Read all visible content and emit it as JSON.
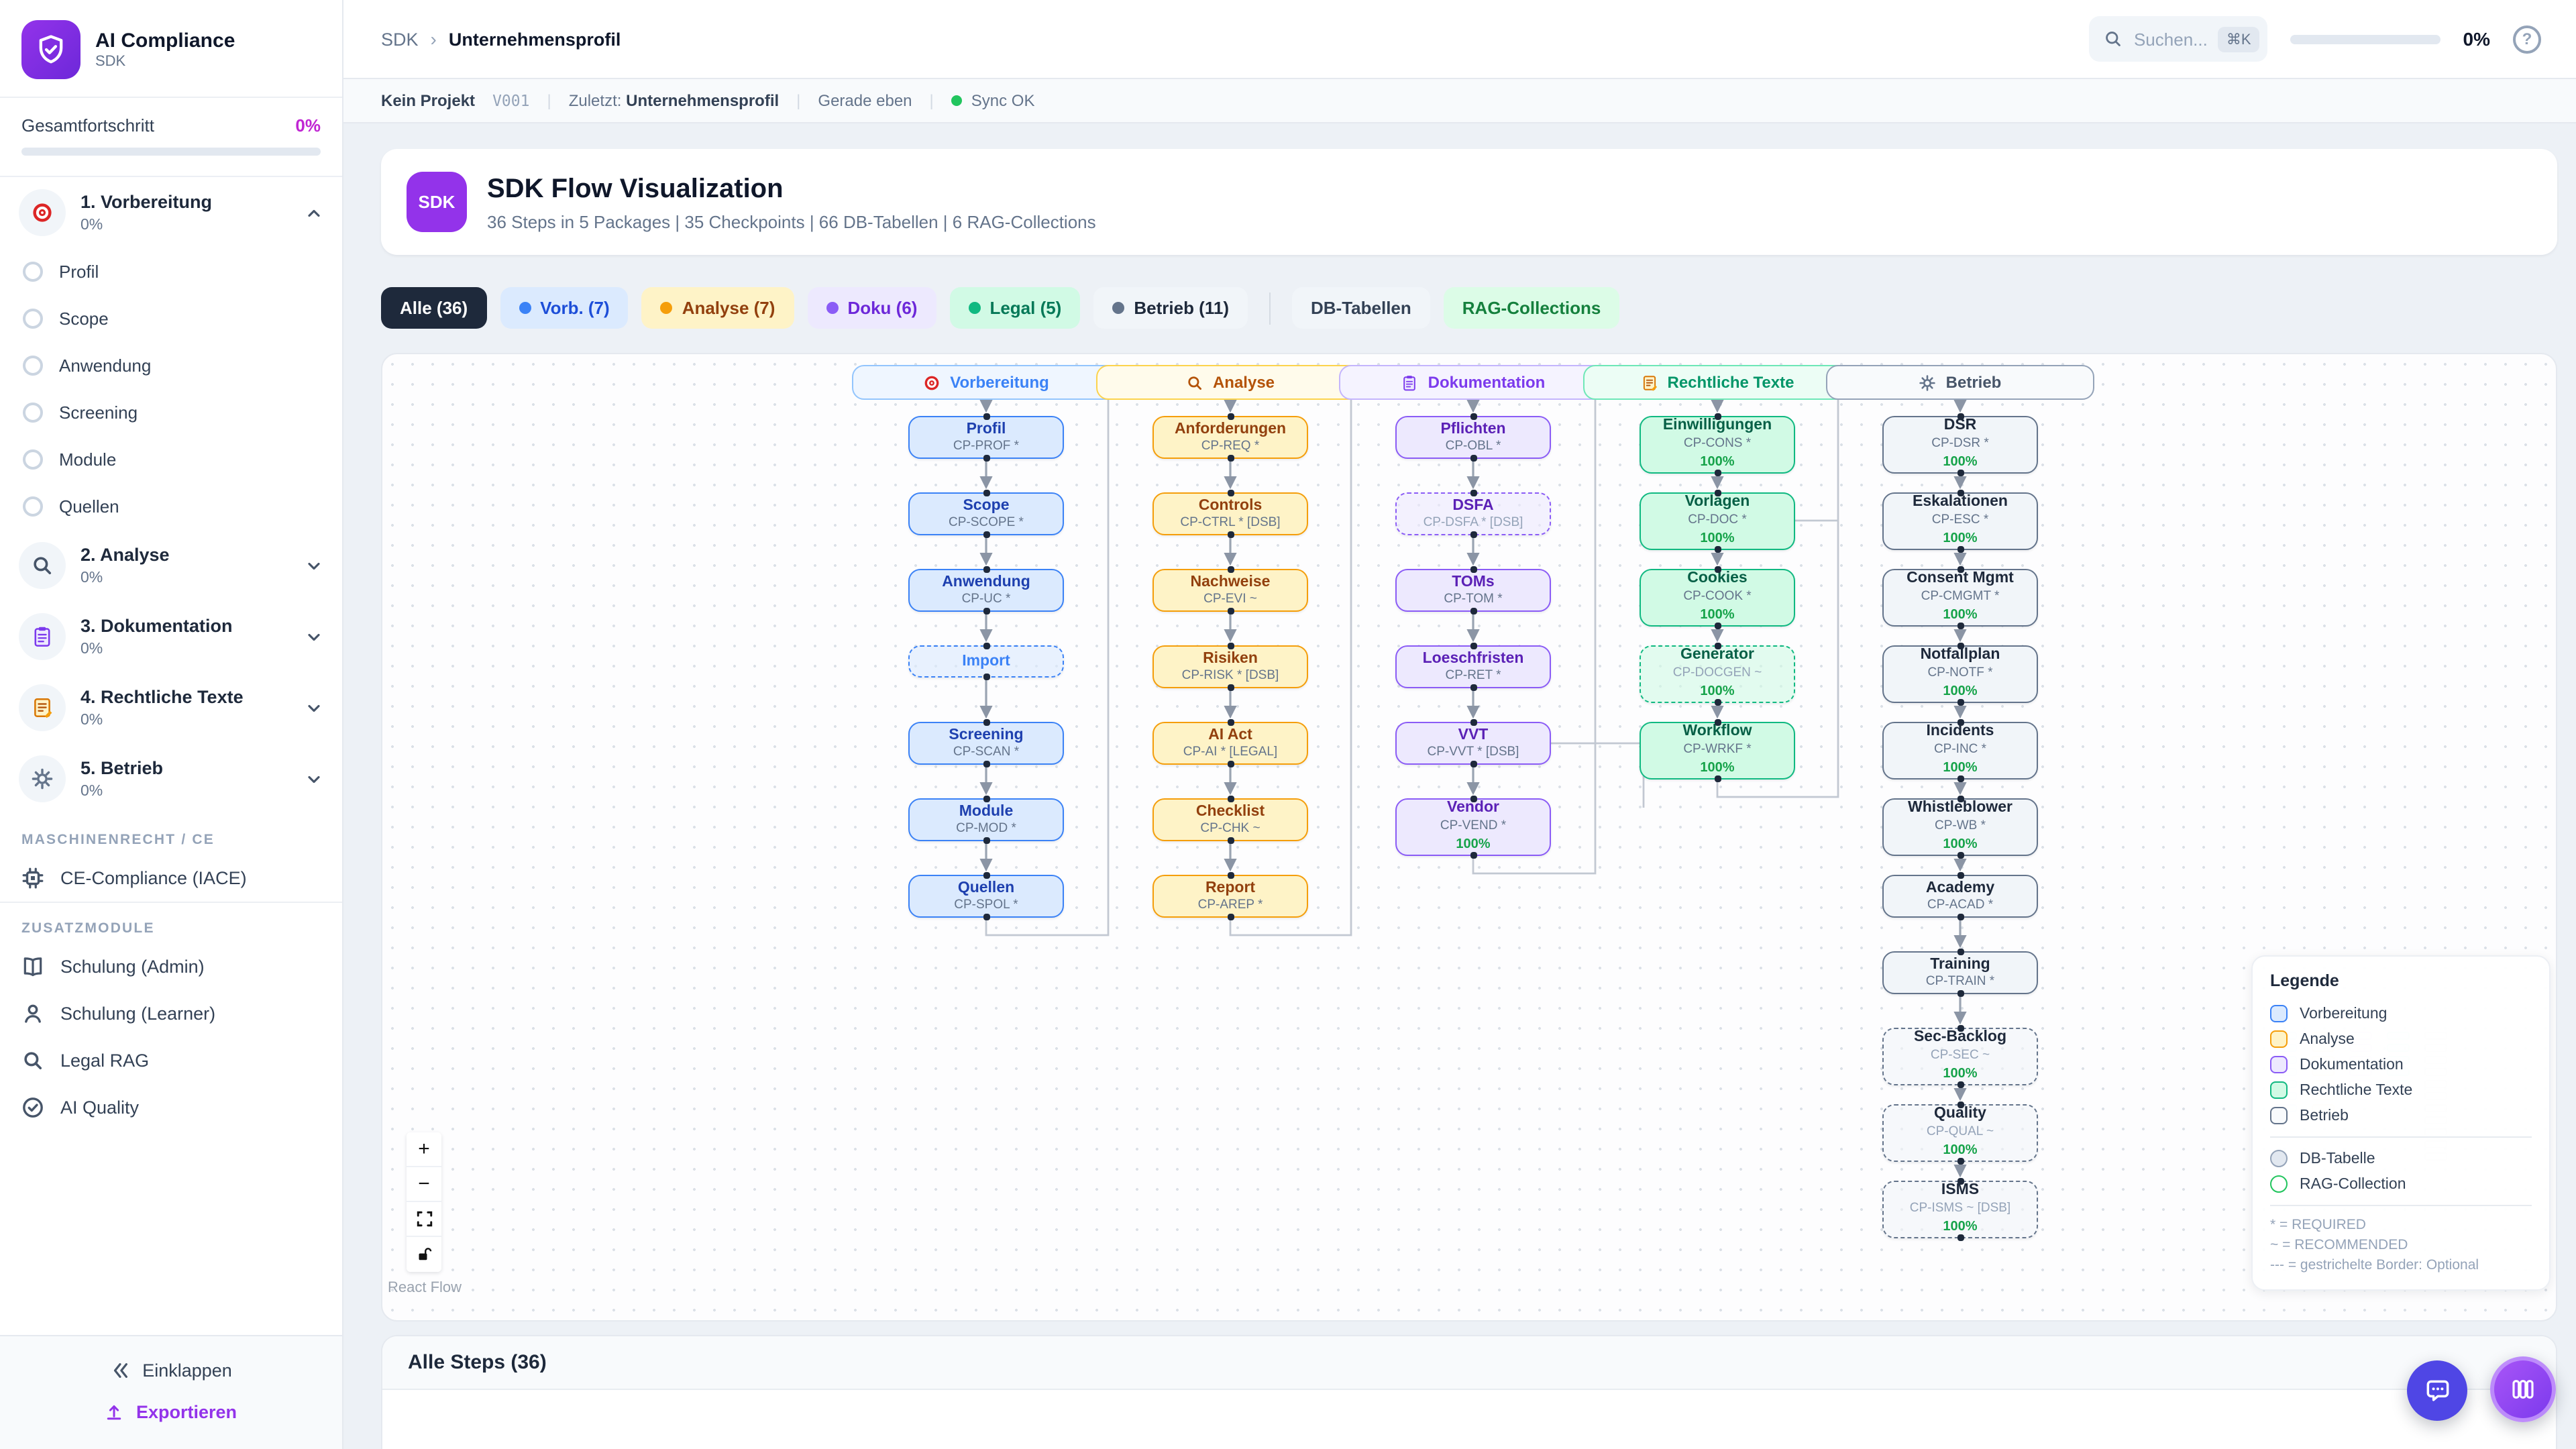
{
  "app": {
    "name": "AI Compliance",
    "subtitle": "SDK"
  },
  "topbar": {
    "breadcrumb_root": "SDK",
    "breadcrumb_current": "Unternehmensprofil",
    "search_placeholder": "Suchen...",
    "search_kbd": "⌘K",
    "progress_label": "0%",
    "help_glyph": "?"
  },
  "statusbar": {
    "project": "Kein Projekt",
    "version": "V001",
    "last_label": "Zuletzt:",
    "last_value": "Unternehmensprofil",
    "time": "Gerade eben",
    "sync": "Sync OK",
    "sync_color": "#22c55e"
  },
  "sidebar": {
    "overall_label": "Gesamtfortschritt",
    "overall_value": "0%",
    "overall_percent": 0,
    "sections": [
      {
        "label": "1. Vorbereitung",
        "progress": "0%",
        "icon": "target",
        "expanded": true,
        "items": [
          "Profil",
          "Scope",
          "Anwendung",
          "Screening",
          "Module",
          "Quellen"
        ]
      },
      {
        "label": "2. Analyse",
        "progress": "0%",
        "icon": "search",
        "expanded": false,
        "items": []
      },
      {
        "label": "3. Dokumentation",
        "progress": "0%",
        "icon": "clipboard",
        "expanded": false,
        "items": []
      },
      {
        "label": "4. Rechtliche Texte",
        "progress": "0%",
        "icon": "memo",
        "expanded": false,
        "items": []
      },
      {
        "label": "5. Betrieb",
        "progress": "0%",
        "icon": "gear",
        "expanded": false,
        "items": []
      }
    ],
    "machine_section_label": "MASCHINENRECHT / CE",
    "machine_items": [
      {
        "label": "CE-Compliance (IACE)",
        "icon": "chip"
      }
    ],
    "extra_section_label": "ZUSATZMODULE",
    "extra_items": [
      {
        "label": "Schulung (Admin)",
        "icon": "book"
      },
      {
        "label": "Schulung (Learner)",
        "icon": "person"
      },
      {
        "label": "Legal RAG",
        "icon": "search"
      },
      {
        "label": "AI Quality",
        "icon": "check-circle"
      }
    ],
    "collapse_label": "Einklappen",
    "export_label": "Exportieren"
  },
  "header_card": {
    "badge": "SDK",
    "title": "SDK Flow Visualization",
    "subtitle": "36 Steps in 5 Packages | 35 Checkpoints | 66 DB-Tabellen | 6 RAG-Collections"
  },
  "filters": {
    "chips": [
      {
        "label": "Alle (36)",
        "active": true
      },
      {
        "label": "Vorb. (7)",
        "dot": "#3b82f6",
        "bg": "#dbeafe",
        "color": "#1d4ed8"
      },
      {
        "label": "Analyse (7)",
        "dot": "#f59e0b",
        "bg": "#fef3c7",
        "color": "#92400e"
      },
      {
        "label": "Doku (6)",
        "dot": "#8b5cf6",
        "bg": "#ede9fe",
        "color": "#6d28d9"
      },
      {
        "label": "Legal (5)",
        "dot": "#10b981",
        "bg": "#d1fae5",
        "color": "#047857"
      },
      {
        "label": "Betrieb (11)",
        "dot": "#64748b",
        "bg": "#f1f5f9",
        "color": "#1e293b",
        "divider_after": true
      },
      {
        "label": "DB-Tabellen",
        "bg": "#f1f5f9",
        "color": "#334155"
      },
      {
        "label": "RAG-Collections",
        "bg": "#dcfce7",
        "color": "#15803d"
      }
    ]
  },
  "flow": {
    "columns": [
      {
        "label": "Vorbereitung",
        "icon": "target",
        "hdr_bg": "#eff6ff",
        "hdr_border": "#93c5fd",
        "hdr_text": "#3b82f6",
        "node_bg": "#dbeafe",
        "node_border": "#3b82f6",
        "title_color": "#1e40af",
        "nodes": [
          {
            "title": "Profil",
            "code": "CP-PROF *"
          },
          {
            "title": "Scope",
            "code": "CP-SCOPE *"
          },
          {
            "title": "Anwendung",
            "code": "CP-UC *"
          },
          {
            "title": "Import",
            "dashed": true
          },
          {
            "title": "Screening",
            "code": "CP-SCAN *"
          },
          {
            "title": "Module",
            "code": "CP-MOD *"
          },
          {
            "title": "Quellen",
            "code": "CP-SPOL *"
          }
        ]
      },
      {
        "label": "Analyse",
        "icon": "search",
        "hdr_bg": "#fffbeb",
        "hdr_border": "#fcd34d",
        "hdr_text": "#b45309",
        "node_bg": "#fef3c7",
        "node_border": "#f59e0b",
        "title_color": "#92400e",
        "nodes": [
          {
            "title": "Anforderungen",
            "code": "CP-REQ *"
          },
          {
            "title": "Controls",
            "code": "CP-CTRL * [DSB]"
          },
          {
            "title": "Nachweise",
            "code": "CP-EVI ~"
          },
          {
            "title": "Risiken",
            "code": "CP-RISK * [DSB]"
          },
          {
            "title": "AI Act",
            "code": "CP-AI * [LEGAL]"
          },
          {
            "title": "Checklist",
            "code": "CP-CHK ~"
          },
          {
            "title": "Report",
            "code": "CP-AREP *"
          }
        ]
      },
      {
        "label": "Dokumentation",
        "icon": "clipboard",
        "hdr_bg": "#f5f3ff",
        "hdr_border": "#c4b5fd",
        "hdr_text": "#7c3aed",
        "node_bg": "#ede9fe",
        "node_border": "#8b5cf6",
        "title_color": "#5b21b6",
        "nodes": [
          {
            "title": "Pflichten",
            "code": "CP-OBL *"
          },
          {
            "title": "DSFA",
            "code": "CP-DSFA * [DSB]",
            "dashed": true
          },
          {
            "title": "TOMs",
            "code": "CP-TOM *"
          },
          {
            "title": "Loeschfristen",
            "code": "CP-RET *"
          },
          {
            "title": "VVT",
            "code": "CP-VVT * [DSB]"
          },
          {
            "title": "Vendor",
            "code": "CP-VEND *",
            "progress": "100%"
          }
        ]
      },
      {
        "label": "Rechtliche Texte",
        "icon": "memo",
        "hdr_bg": "#ecfdf5",
        "hdr_border": "#6ee7b7",
        "hdr_text": "#059669",
        "node_bg": "#d1fae5",
        "node_border": "#10b981",
        "title_color": "#065f46",
        "nodes": [
          {
            "title": "Einwilligungen",
            "code": "CP-CONS *",
            "progress": "100%"
          },
          {
            "title": "Vorlagen",
            "code": "CP-DOC *",
            "progress": "100%"
          },
          {
            "title": "Cookies",
            "code": "CP-COOK *",
            "progress": "100%"
          },
          {
            "title": "Generator",
            "code": "CP-DOCGEN ~",
            "progress": "100%",
            "dashed": true
          },
          {
            "title": "Workflow",
            "code": "CP-WRKF *",
            "progress": "100%"
          }
        ]
      },
      {
        "label": "Betrieb",
        "icon": "gear",
        "hdr_bg": "#f8fafc",
        "hdr_border": "#94a3b8",
        "hdr_text": "#475569",
        "node_bg": "#f1f5f9",
        "node_border": "#64748b",
        "title_color": "#1e293b",
        "nodes": [
          {
            "title": "DSR",
            "code": "CP-DSR *",
            "progress": "100%"
          },
          {
            "title": "Eskalationen",
            "code": "CP-ESC *",
            "progress": "100%"
          },
          {
            "title": "Consent Mgmt",
            "code": "CP-CMGMT *",
            "progress": "100%"
          },
          {
            "title": "Notfallplan",
            "code": "CP-NOTF *",
            "progress": "100%"
          },
          {
            "title": "Incidents",
            "code": "CP-INC *",
            "progress": "100%"
          },
          {
            "title": "Whistleblower",
            "code": "CP-WB *",
            "progress": "100%"
          },
          {
            "title": "Academy",
            "code": "CP-ACAD *"
          },
          {
            "title": "Training",
            "code": "CP-TRAIN *"
          },
          {
            "title": "Sec-Backlog",
            "code": "CP-SEC ~",
            "progress": "100%",
            "dashed": true
          },
          {
            "title": "Quality",
            "code": "CP-QUAL ~",
            "progress": "100%",
            "dashed": true
          },
          {
            "title": "ISMS",
            "code": "CP-ISMS ~ [DSB]",
            "progress": "100%",
            "dashed": true
          }
        ]
      }
    ]
  },
  "legend": {
    "title": "Legende",
    "package_items": [
      {
        "label": "Vorbereitung",
        "border": "#3b82f6",
        "bg": "#dbeafe"
      },
      {
        "label": "Analyse",
        "border": "#f59e0b",
        "bg": "#fef3c7"
      },
      {
        "label": "Dokumentation",
        "border": "#8b5cf6",
        "bg": "#ede9fe"
      },
      {
        "label": "Rechtliche Texte",
        "border": "#10b981",
        "bg": "#d1fae5"
      },
      {
        "label": "Betrieb",
        "border": "#64748b",
        "bg": "#f8fafc"
      }
    ],
    "shape_items": [
      {
        "label": "DB-Tabelle",
        "border": "#94a3b8",
        "bg": "#e2e8f0"
      },
      {
        "label": "RAG-Collection",
        "border": "#22c55e",
        "bg": "#ffffff"
      }
    ],
    "notes": [
      "* = REQUIRED",
      "~ = RECOMMENDED",
      "--- = gestrichelte Border: Optional"
    ]
  },
  "canvas": {
    "attribution": "React Flow"
  },
  "steps_panel": {
    "title": "Alle Steps (36)"
  }
}
